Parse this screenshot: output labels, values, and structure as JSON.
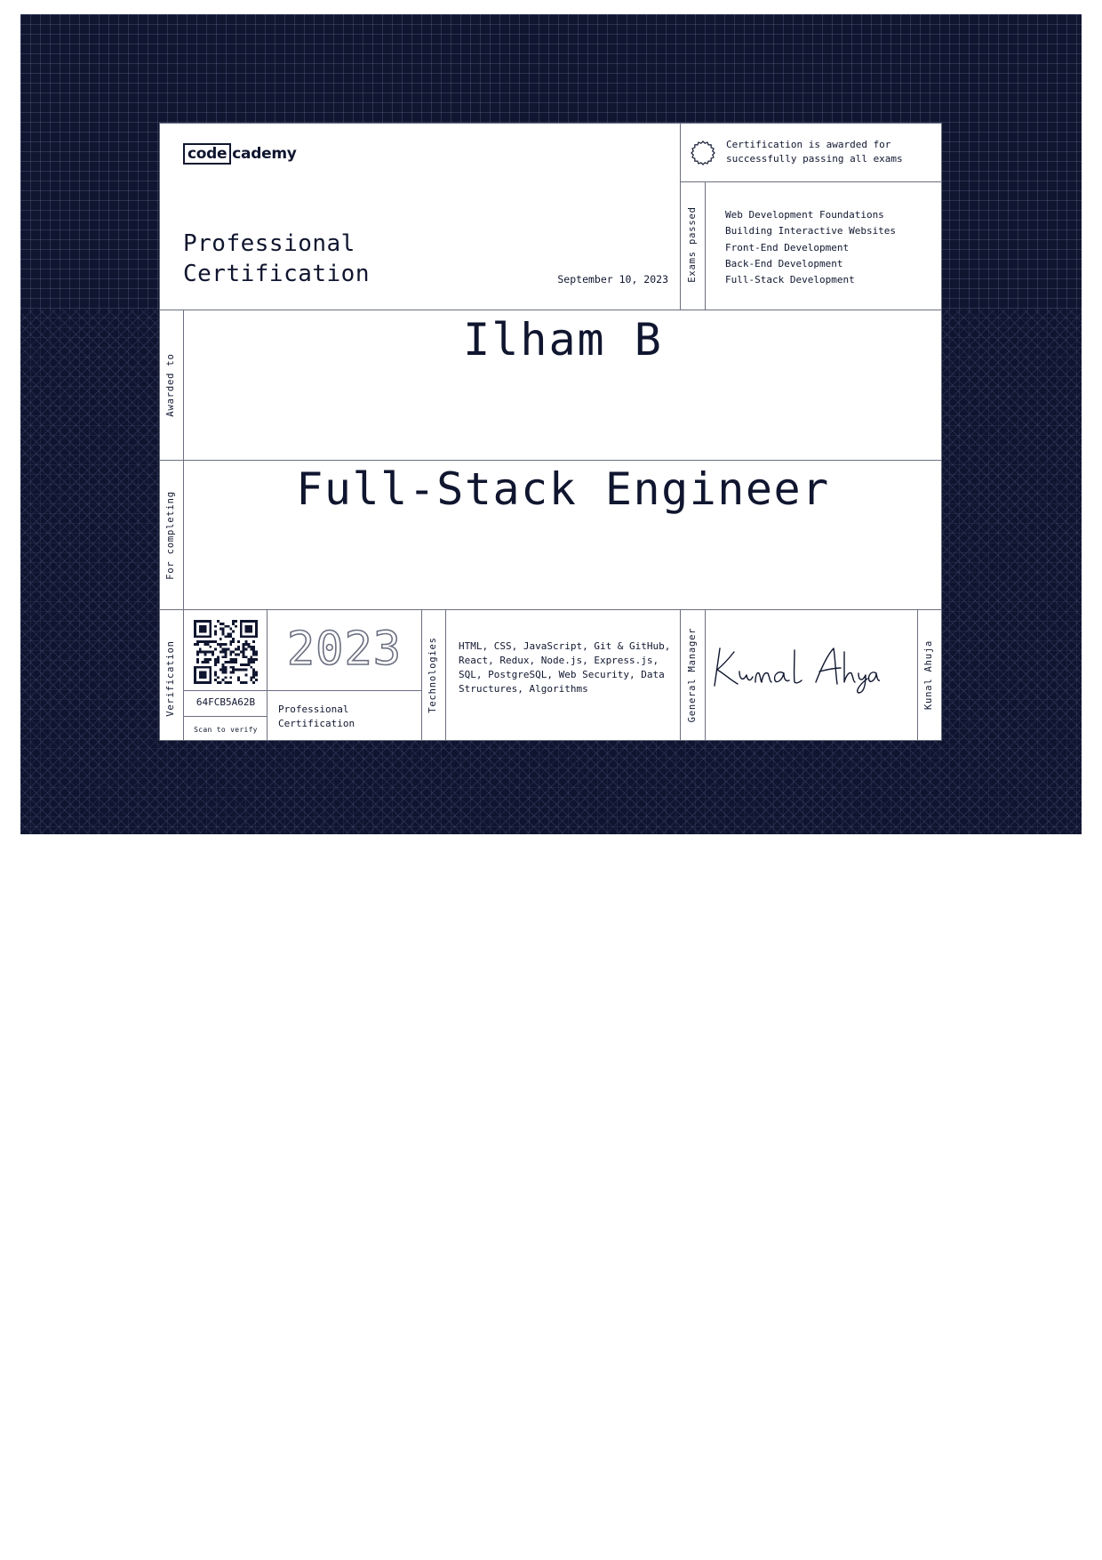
{
  "brand": {
    "logo_box": "code",
    "logo_rest": "cademy"
  },
  "certificate": {
    "title_line1": "Professional",
    "title_line2": "Certification",
    "date": "September 10, 2023",
    "badge_text": "Certification is awarded for successfully passing all exams",
    "exams_label": "Exams passed",
    "exams": [
      "Web Development Foundations",
      "Building Interactive Websites",
      "Front-End Development",
      "Back-End Development",
      "Full-Stack Development"
    ],
    "awarded_label": "Awarded to",
    "recipient": "Ilham B",
    "completing_label": "For completing",
    "course": "Full-Stack Engineer"
  },
  "footer": {
    "verification_label": "Verification",
    "verification_code": "64FCB5A62B",
    "scan_label": "Scan to verify",
    "year": "2023",
    "type_line1": "Professional",
    "type_line2": "Certification",
    "technologies_label": "Technologies",
    "technologies": "HTML, CSS, JavaScript, Git & GitHub, React, Redux, Node.js, Express.js, SQL, PostgreSQL, Web Security, Data Structures, Algorithms",
    "manager_label": "General Manager",
    "signer_name": "Kunal Ahuja"
  },
  "colors": {
    "navy": "#10162f",
    "rule": "#6b6f80"
  },
  "icons": [
    "badge-seal-icon",
    "qr-code-icon",
    "signature-icon"
  ]
}
